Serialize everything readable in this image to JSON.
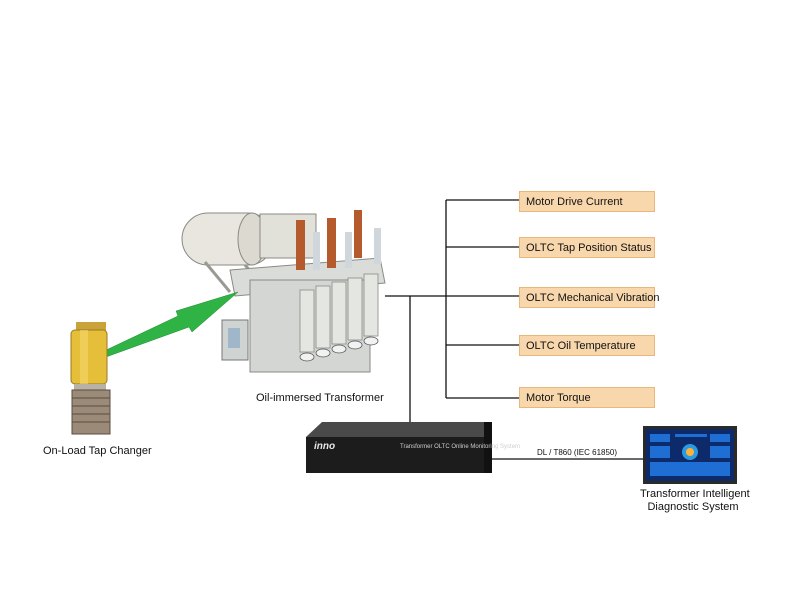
{
  "parameters": [
    "Motor Drive Current",
    "OLTC Tap Position Status",
    "OLTC Mechanical Vibration",
    "OLTC Oil Temperature",
    "Motor Torque"
  ],
  "labels": {
    "transformer": "Oil-immersed Transformer",
    "tap_changer": "On-Load Tap Changer",
    "monitoring_device_logo": "inno",
    "monitoring_device_name": "Transformer OLTC Online Monitoring System",
    "protocol": "DL / T860 (IEC 61850)",
    "diagnostic_line1": "Transformer Intelligent",
    "diagnostic_line2": "Diagnostic System"
  },
  "colors": {
    "param_fill": "#f8d7ad",
    "arrow_green": "#2fb344",
    "line": "#111111",
    "screen_blue": "#0d2b6b"
  }
}
